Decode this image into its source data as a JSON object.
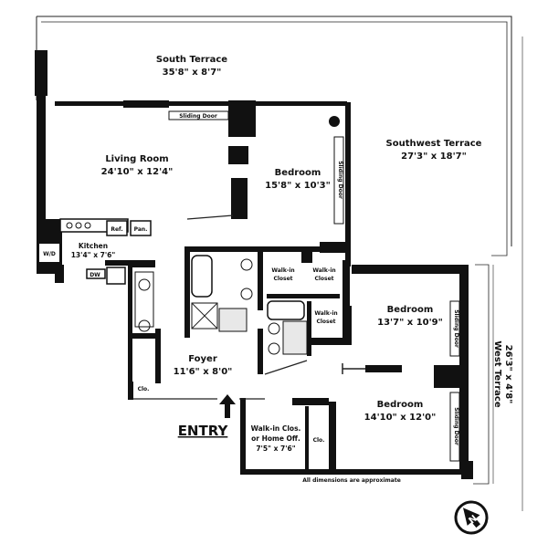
{
  "rooms": {
    "south_terrace": {
      "name": "South Terrace",
      "dims": "35'8\" x 8'7\""
    },
    "living_room": {
      "name": "Living Room",
      "dims": "24'10\" x 12'4\""
    },
    "bedroom_1": {
      "name": "Bedroom",
      "dims": "15'8\" x 10'3\""
    },
    "southwest_terrace": {
      "name": "Southwest Terrace",
      "dims": "27'3\" x 18'7\""
    },
    "kitchen": {
      "name": "Kitchen",
      "dims": "13'4\" x 7'6\""
    },
    "foyer": {
      "name": "Foyer",
      "dims": "11'6\" x 8'0\""
    },
    "bedroom_2": {
      "name": "Bedroom",
      "dims": "13'7\" x 10'9\""
    },
    "bedroom_3": {
      "name": "Bedroom",
      "dims": "14'10\" x 12'0\""
    },
    "west_terrace": {
      "name": "West Terrace",
      "dims": "26'3\" x 4'8\""
    },
    "home_office": {
      "line1": "Walk-in Clos.",
      "line2": "or Home Off.",
      "dims": "7'5\" x 7'6\""
    }
  },
  "fixtures": {
    "sliding_door_top": "Sliding Door",
    "sliding_door_bed1": "Sliding Door",
    "sliding_door_bed2": "Sliding Door",
    "sliding_door_bed3": "Sliding Door",
    "walk_in_closet_1": [
      "Walk-in",
      "Closet"
    ],
    "walk_in_closet_2": [
      "Walk-in",
      "Closet"
    ],
    "walk_in_closet_3": [
      "Walk-in",
      "Closet"
    ],
    "refrigerator": "Ref.",
    "pantry": "Pan.",
    "washer_dryer": "W/D",
    "dishwasher": "DW",
    "closet_foyer": "Clo.",
    "closet_office": "Clo."
  },
  "entry": "ENTRY",
  "footnote": "All dimensions are approximate",
  "compass": {
    "letter": "N"
  }
}
